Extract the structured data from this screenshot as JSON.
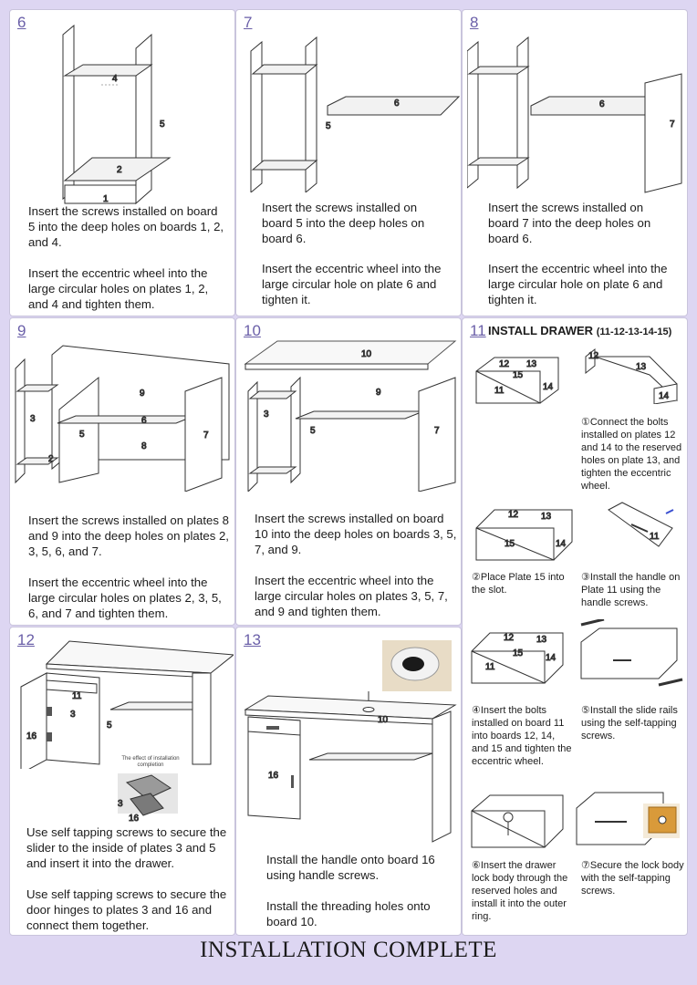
{
  "panels": {
    "p6": {
      "num": "6",
      "labels": [
        "4",
        "5",
        "2",
        "1"
      ],
      "text1": "Insert the screws installed on board 5 into the deep holes on boards 1, 2, and 4.",
      "text2": "Insert the eccentric wheel into the large circular holes on plates 1, 2, and 4 and tighten them."
    },
    "p7": {
      "num": "7",
      "labels": [
        "6",
        "5"
      ],
      "text1": "Insert the screws installed on board 5 into the deep holes on board 6.",
      "text2": "Insert the eccentric wheel into the large circular hole on plate 6 and tighten it."
    },
    "p8": {
      "num": "8",
      "labels": [
        "6",
        "7"
      ],
      "text1": "Insert the screws installed on board 7 into the deep holes on board 6.",
      "text2": "Insert the eccentric wheel into the large circular hole on plate 6 and tighten it."
    },
    "p9": {
      "num": "9",
      "labels": [
        "9",
        "3",
        "6",
        "5",
        "7",
        "8",
        "2"
      ],
      "text1": "Insert the screws installed on plates 8 and 9 into the deep holes on plates 2, 3, 5, 6, and 7.",
      "text2": "Insert the eccentric wheel into the large circular holes on plates 2, 3, 5, 6, and 7 and tighten them."
    },
    "p10": {
      "num": "10",
      "labels": [
        "10",
        "9",
        "3",
        "5",
        "7"
      ],
      "text1": "Insert the screws installed on board 10 into the deep holes on boards 3, 5, 7, and 9.",
      "text2": "Insert the eccentric wheel into the large circular holes on plates 3, 5, 7, and 9 and tighten them."
    },
    "p11": {
      "num": "11",
      "title": "INSTALL DRAWER",
      "range": "(11-12-13-14-15)",
      "labels": [
        "12",
        "13",
        "15",
        "11",
        "14"
      ],
      "steps": [
        "①Connect the bolts installed on plates 12 and 14 to the reserved holes on plate 13, and tighten the eccentric wheel.",
        "②Place Plate 15 into the slot.",
        "③Install the handle on Plate 11 using the handle screws.",
        "④Insert the bolts installed on board 11 into boards 12, 14, and 15 and tighten the eccentric wheel.",
        "⑤Install the slide rails using the self-tapping screws.",
        "⑥Insert the drawer lock body through the reserved holes and install it into the outer ring.",
        "⑦Secure the lock body with the self-tapping screws."
      ]
    },
    "p12": {
      "num": "12",
      "labels": [
        "11",
        "3",
        "5",
        "16",
        "3",
        "16"
      ],
      "effect_caption": "The effect of installation completion",
      "text1": "Use self tapping screws to secure the slider to the inside of plates 3 and 5 and insert it into the drawer.",
      "text2": "Use self tapping screws to secure the door hinges to plates 3 and 16 and connect them together."
    },
    "p13": {
      "num": "13",
      "labels": [
        "10",
        "16"
      ],
      "text1": "Install the handle onto board 16 using handle screws.",
      "text2": "Install the threading holes onto board 10."
    }
  },
  "footer": "INSTALLATION COMPLETE",
  "colors": {
    "background": "#ddd6f2",
    "accent": "#6a5fa8",
    "line": "#333333"
  }
}
